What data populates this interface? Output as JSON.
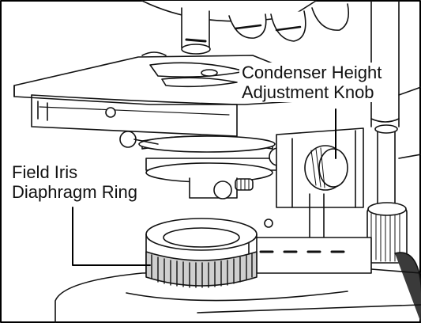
{
  "callouts": {
    "condenser_knob": {
      "line1": "Condenser Height",
      "line2": "Adjustment Knob"
    },
    "field_iris": {
      "line1": "Field Iris",
      "line2": "Diaphragm Ring"
    }
  },
  "colors": {
    "ink": "#111111",
    "paper": "#ffffff",
    "shade": "#cfcfcf",
    "dark": "#3a3a3a"
  }
}
